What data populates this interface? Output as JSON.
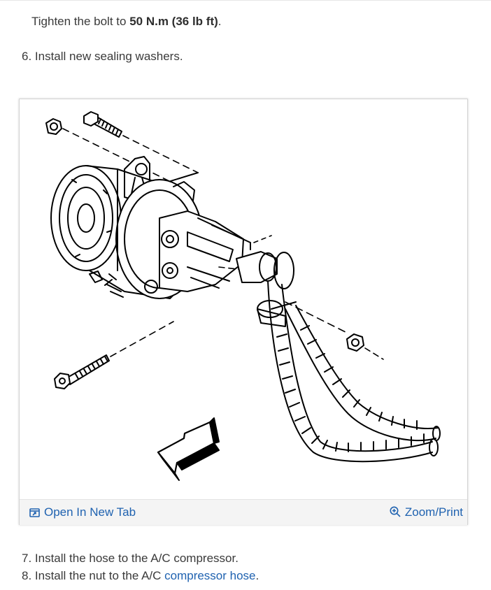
{
  "steps": {
    "tighten_prefix": "Tighten the bolt to ",
    "tighten_value": "50 N.m (36 lb ft)",
    "tighten_suffix": ".",
    "step6": "6. Install new sealing washers.",
    "step7": "7. Install the hose to the A/C compressor.",
    "step8_prefix": "8. Install the nut to the A/C ",
    "step8_link": "compressor hose",
    "step8_suffix": "."
  },
  "figure": {
    "open_tab_label": "Open In New Tab",
    "zoom_label": "Zoom/Print",
    "icons": [
      "open-new-tab-icon",
      "zoom-icon"
    ]
  },
  "colors": {
    "link": "#1f62b0",
    "text": "#3a3a3a"
  }
}
